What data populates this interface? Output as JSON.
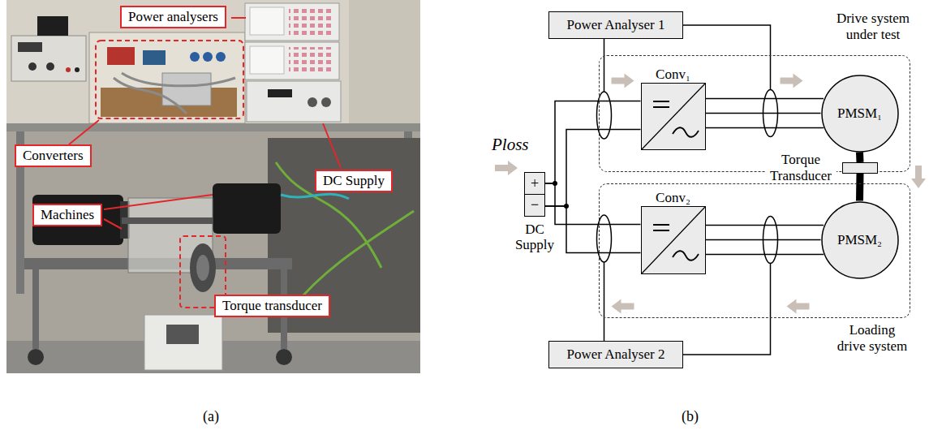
{
  "diagram": {
    "nodes": [
      {
        "text": [
          "Power analysers"
        ]
      },
      {
        "text": [
          "Converters"
        ]
      },
      {
        "text": [
          "Machines"
        ]
      },
      {
        "text": [
          "DC Supply"
        ]
      },
      {
        "text": [
          "Torque transducer"
        ]
      },
      {
        "text": [
          "Power Analyser 1"
        ]
      },
      {
        "text": [
          "Drive system under test"
        ]
      },
      {
        "text": [
          "Conv₁"
        ],
        "in": 6
      },
      {
        "text": [
          "PMSM₁"
        ],
        "in": 6
      },
      {
        "text": [
          "+",
          "−",
          "DC Supply"
        ]
      },
      {
        "text": [
          "Torque Transducer"
        ]
      },
      {
        "text": [
          "Loading drive system"
        ]
      },
      {
        "text": [
          "Conv₂"
        ],
        "in": 11
      },
      {
        "text": [
          "PMSM₂"
        ],
        "in": 11
      },
      {
        "text": [
          "Power Analyser 2"
        ]
      }
    ],
    "edges": [
      {
        "from": 9,
        "to": 7,
        "arrow": "none"
      },
      {
        "from": 9,
        "to": 12,
        "arrow": "none"
      },
      {
        "from": 7,
        "to": 8,
        "arrow": "none"
      },
      {
        "from": 12,
        "to": 13,
        "arrow": "none"
      },
      {
        "from": 8,
        "to": 10,
        "arrow": "none"
      },
      {
        "from": 10,
        "to": 13,
        "arrow": "none"
      }
    ],
    "labels": [
      "Ploss",
      "(a)",
      "(b)"
    ]
  }
}
